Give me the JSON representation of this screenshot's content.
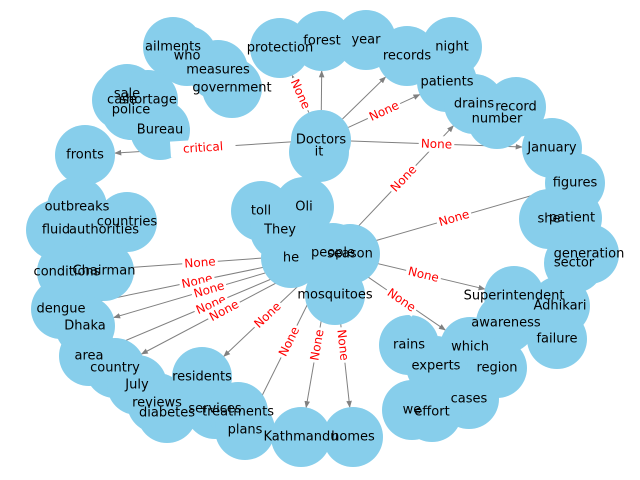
{
  "colors": {
    "node_fill": "#87ceeb",
    "edge_stroke": "#808080",
    "edge_label": "#ff0000",
    "edge_label_bg": "#ffffff",
    "text": "#000000"
  },
  "nodes": [
    {
      "id": "ailments",
      "label": "ailments"
    },
    {
      "id": "who",
      "label": "who"
    },
    {
      "id": "measures",
      "label": "measures"
    },
    {
      "id": "government",
      "label": "government"
    },
    {
      "id": "protection",
      "label": "protection"
    },
    {
      "id": "forest",
      "label": "forest"
    },
    {
      "id": "year",
      "label": "year"
    },
    {
      "id": "records",
      "label": "records"
    },
    {
      "id": "night",
      "label": "night"
    },
    {
      "id": "sale",
      "label": "sale"
    },
    {
      "id": "case",
      "label": "case"
    },
    {
      "id": "shortage",
      "label": "shortage"
    },
    {
      "id": "police",
      "label": "police"
    },
    {
      "id": "patients",
      "label": "patients"
    },
    {
      "id": "drains",
      "label": "drains"
    },
    {
      "id": "record",
      "label": "record"
    },
    {
      "id": "number",
      "label": "number"
    },
    {
      "id": "bureau",
      "label": "Bureau"
    },
    {
      "id": "doctors",
      "label": "Doctors"
    },
    {
      "id": "it",
      "label": "it"
    },
    {
      "id": "fronts",
      "label": "fronts"
    },
    {
      "id": "january",
      "label": "January"
    },
    {
      "id": "figures",
      "label": "figures"
    },
    {
      "id": "outbreaks",
      "label": "outbreaks"
    },
    {
      "id": "countries",
      "label": "countries"
    },
    {
      "id": "fluid",
      "label": "fluid"
    },
    {
      "id": "authorities",
      "label": "authorities"
    },
    {
      "id": "toll",
      "label": "toll"
    },
    {
      "id": "oli",
      "label": "Oli"
    },
    {
      "id": "they",
      "label": "They"
    },
    {
      "id": "she",
      "label": "she"
    },
    {
      "id": "patient",
      "label": "patient"
    },
    {
      "id": "generation",
      "label": "generation"
    },
    {
      "id": "sector",
      "label": "sector"
    },
    {
      "id": "conditions",
      "label": "conditions"
    },
    {
      "id": "chairman",
      "label": "Chairman"
    },
    {
      "id": "he",
      "label": "he"
    },
    {
      "id": "people",
      "label": "people"
    },
    {
      "id": "season",
      "label": "season"
    },
    {
      "id": "superintendent",
      "label": "Superintendent"
    },
    {
      "id": "adhikari",
      "label": "Adhikari"
    },
    {
      "id": "mosquitoes",
      "label": "mosquitoes"
    },
    {
      "id": "dengue",
      "label": "dengue"
    },
    {
      "id": "dhaka",
      "label": "Dhaka"
    },
    {
      "id": "awareness",
      "label": "awareness"
    },
    {
      "id": "failure",
      "label": "failure"
    },
    {
      "id": "rains",
      "label": "rains"
    },
    {
      "id": "which",
      "label": "which"
    },
    {
      "id": "area",
      "label": "area"
    },
    {
      "id": "country",
      "label": "country"
    },
    {
      "id": "experts",
      "label": "experts"
    },
    {
      "id": "region",
      "label": "region"
    },
    {
      "id": "residents",
      "label": "residents"
    },
    {
      "id": "july",
      "label": "July"
    },
    {
      "id": "reviews",
      "label": "reviews"
    },
    {
      "id": "diabetes",
      "label": "diabetes"
    },
    {
      "id": "services",
      "label": "services"
    },
    {
      "id": "treatments",
      "label": "treatments"
    },
    {
      "id": "cases",
      "label": "cases"
    },
    {
      "id": "we",
      "label": "we"
    },
    {
      "id": "effort",
      "label": "effort"
    },
    {
      "id": "plans",
      "label": "plans"
    },
    {
      "id": "kathmandu",
      "label": "Kathmandu"
    },
    {
      "id": "homes",
      "label": "homes"
    }
  ],
  "edges": [
    {
      "source": "doctors",
      "target": "fronts",
      "label": "critical"
    },
    {
      "source": "doctors",
      "target": "protection",
      "label": "None"
    },
    {
      "source": "doctors",
      "target": "forest",
      "label": ""
    },
    {
      "source": "doctors",
      "target": "records",
      "label": ""
    },
    {
      "source": "doctors",
      "target": "patients",
      "label": "None"
    },
    {
      "source": "doctors",
      "target": "january",
      "label": "None"
    },
    {
      "source": "people",
      "target": "figures",
      "label": "None"
    },
    {
      "source": "people",
      "target": "drains",
      "label": "None"
    },
    {
      "source": "people",
      "target": "superintendent",
      "label": "None"
    },
    {
      "source": "people",
      "target": "dengue",
      "label": "None"
    },
    {
      "source": "people",
      "target": "dhaka",
      "label": "None"
    },
    {
      "source": "people",
      "target": "area",
      "label": "None"
    },
    {
      "source": "people",
      "target": "country",
      "label": "None"
    },
    {
      "source": "people",
      "target": "residents",
      "label": "None"
    },
    {
      "source": "people",
      "target": "plans",
      "label": "None"
    },
    {
      "source": "people",
      "target": "kathmandu",
      "label": "None"
    },
    {
      "source": "people",
      "target": "homes",
      "label": "None"
    },
    {
      "source": "people",
      "target": "which",
      "label": "None"
    },
    {
      "source": "people",
      "target": "conditions",
      "label": "None"
    }
  ]
}
